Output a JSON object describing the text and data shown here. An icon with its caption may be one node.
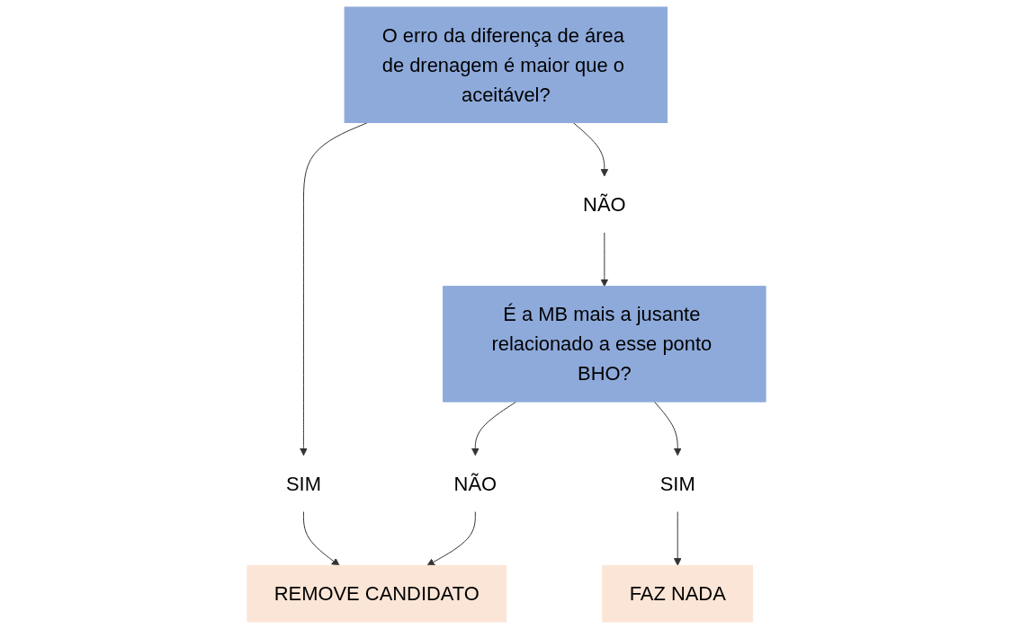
{
  "diagram": {
    "nodes": [
      {
        "text": [
          "O erro da diferença de área de drenagem é maior que o aceitável?"
        ]
      },
      {
        "text": [
          "SIM"
        ]
      },
      {
        "text": [
          "NÃO"
        ]
      },
      {
        "text": [
          "É a MB mais a jusante relacionado a esse ponto BHO?"
        ]
      },
      {
        "text": [
          "REMOVE CANDIDATO"
        ]
      },
      {
        "text": [
          "NÃO"
        ]
      },
      {
        "text": [
          "SIM"
        ]
      },
      {
        "text": [
          "FAZ NADA"
        ]
      }
    ],
    "edges": [
      {
        "from": 0,
        "to": 1,
        "arrow": "to"
      },
      {
        "from": 0,
        "to": 2,
        "arrow": "to"
      },
      {
        "from": 2,
        "to": 3,
        "arrow": "to"
      },
      {
        "from": 1,
        "to": 4,
        "arrow": "to"
      },
      {
        "from": 3,
        "to": 5,
        "arrow": "to"
      },
      {
        "from": 3,
        "to": 6,
        "arrow": "to"
      },
      {
        "from": 5,
        "to": 4,
        "arrow": "to"
      },
      {
        "from": 6,
        "to": 7,
        "arrow": "to"
      }
    ]
  }
}
